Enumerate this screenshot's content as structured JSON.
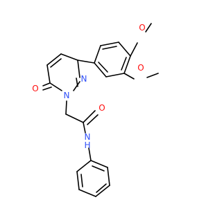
{
  "molecule": {
    "atom_labels": {
      "methoxy_o_top": "O",
      "methoxy_o_bottom": "O",
      "carbonyl_o_ring": "O",
      "carbonyl_o_amide": "O",
      "ring_n1": "N",
      "ring_n2": "N",
      "amide_nh": "N",
      "amide_h": "H"
    },
    "colors": {
      "bond": "#000000",
      "oxygen": "#ff0d0d",
      "nitrogen": "#3050f8"
    }
  }
}
